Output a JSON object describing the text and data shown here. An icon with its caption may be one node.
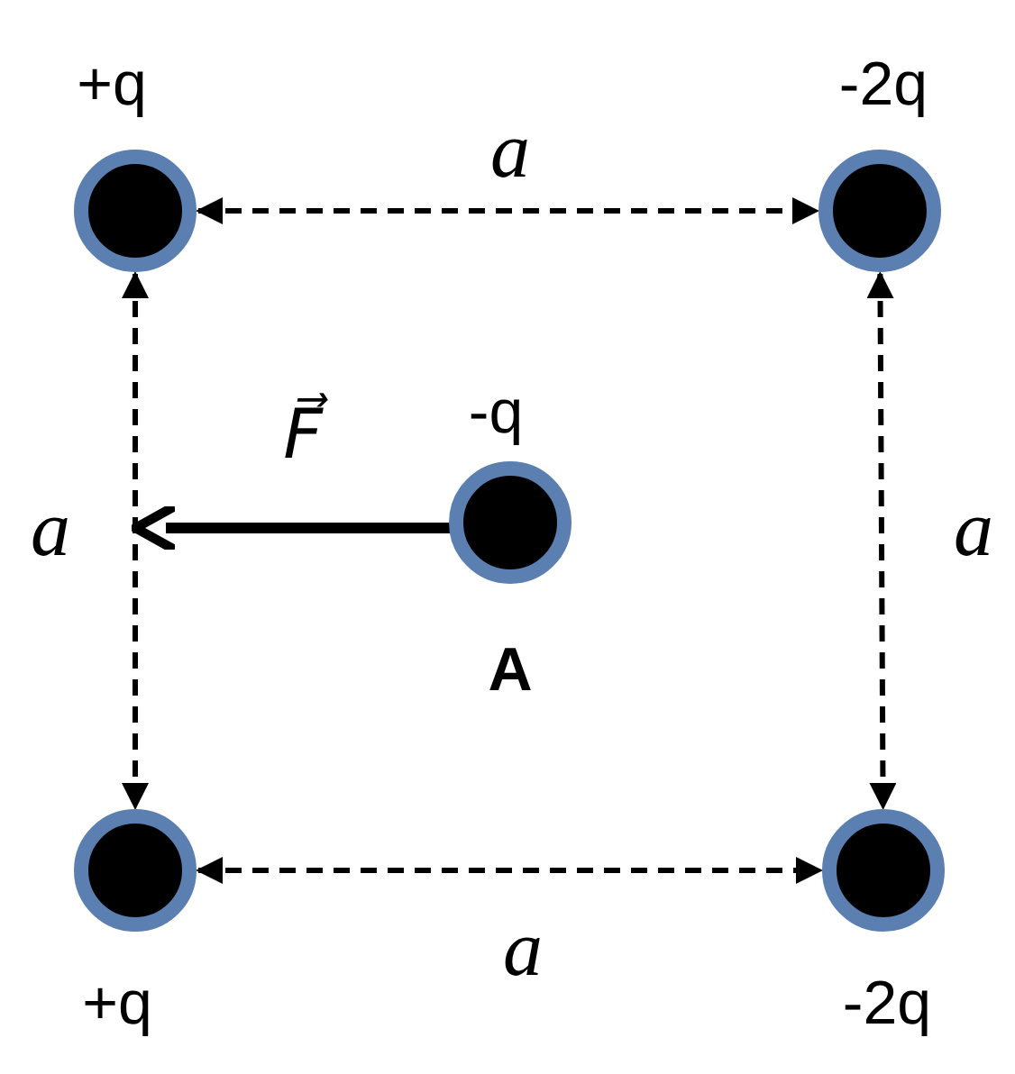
{
  "diagram": {
    "nodes": [
      {
        "text": [],
        "shape": "circle",
        "beside": [
          "+q"
        ]
      },
      {
        "text": [],
        "shape": "circle",
        "beside": [
          "-2q"
        ]
      },
      {
        "text": [],
        "shape": "circle",
        "beside": [
          "-q",
          "A"
        ]
      },
      {
        "text": [],
        "shape": "circle",
        "beside": [
          "+q"
        ]
      },
      {
        "text": [],
        "shape": "circle",
        "beside": [
          "-2q"
        ]
      }
    ],
    "edges": [
      {
        "from": 0,
        "to": 1,
        "arrow": "both",
        "style": "dashed",
        "label": "a"
      },
      {
        "from": 0,
        "to": 3,
        "arrow": "both",
        "style": "dashed",
        "label": "a"
      },
      {
        "from": 1,
        "to": 4,
        "arrow": "both",
        "style": "dashed",
        "label": "a"
      },
      {
        "from": 3,
        "to": 4,
        "arrow": "both",
        "style": "dashed",
        "label": "a"
      }
    ],
    "labels": [
      "F⃗"
    ]
  }
}
